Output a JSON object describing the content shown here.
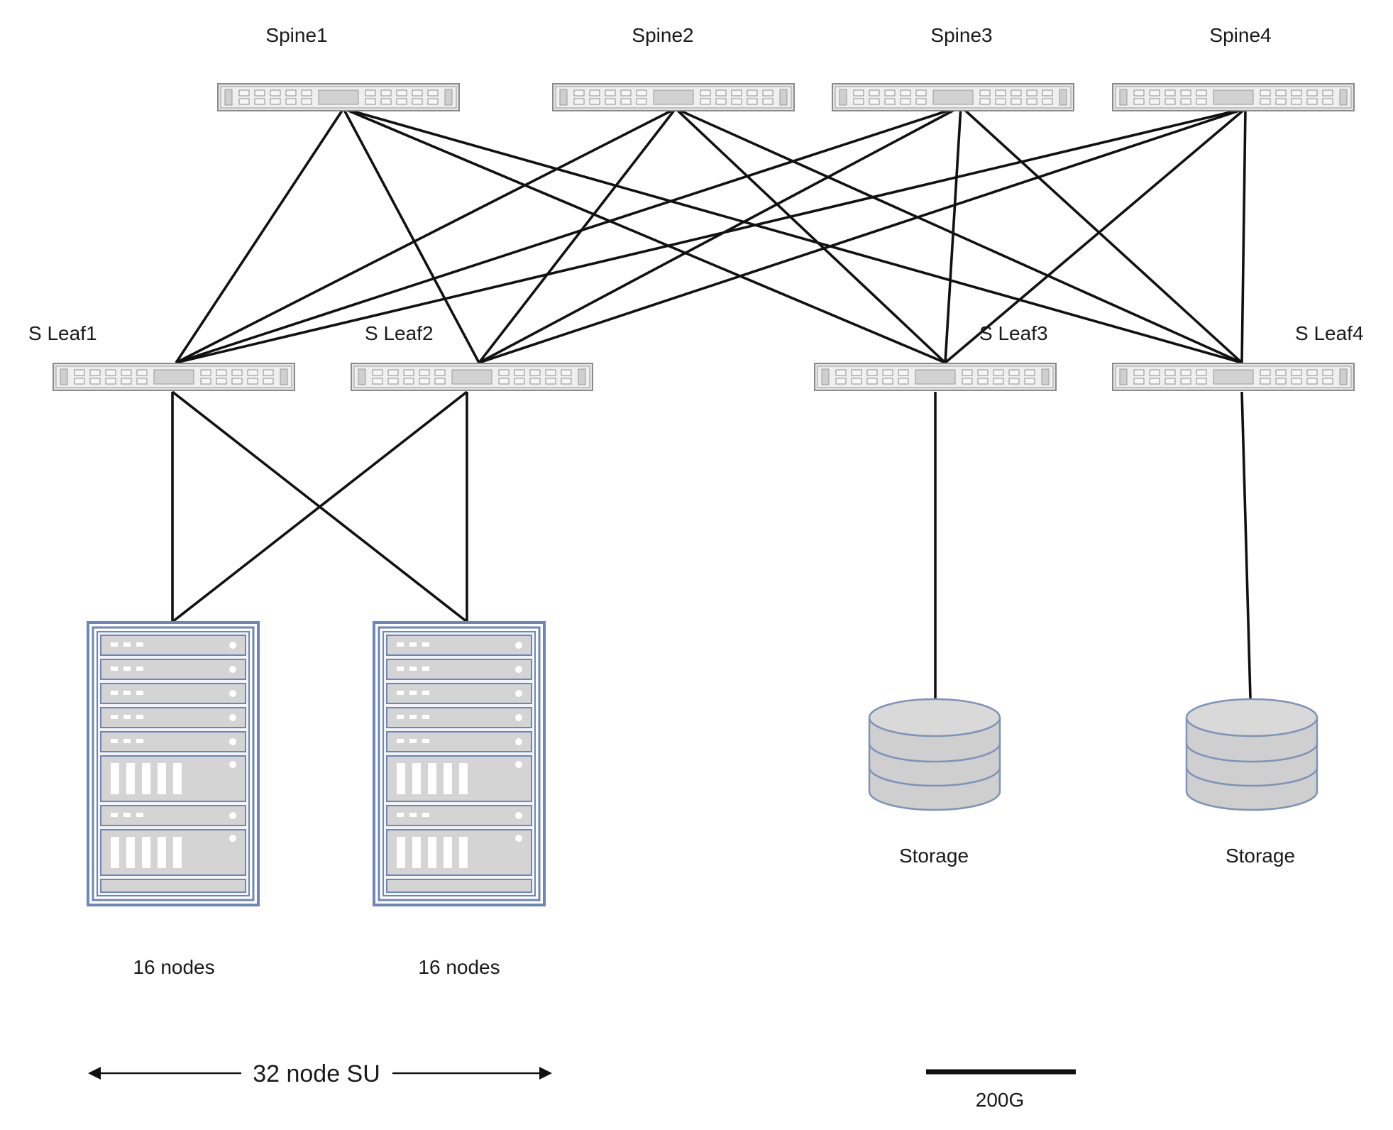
{
  "spines": [
    "Spine1",
    "Spine2",
    "Spine3",
    "Spine4"
  ],
  "leaves": [
    "S Leaf1",
    "S Leaf2",
    "S Leaf3",
    "S Leaf4"
  ],
  "compute": {
    "left_label": "16 nodes",
    "right_label": "16 nodes",
    "su_label": "32 node SU"
  },
  "storage": {
    "left_label": "Storage",
    "right_label": "Storage"
  },
  "legend": {
    "link_label": "200G"
  },
  "colors": {
    "line": "#111111",
    "switch_body": "#e3e3e3",
    "switch_border": "#8a8a8a",
    "rack_border": "#6d86b8",
    "rack_fill": "#d4d4d4",
    "storage_fill": "#cfcfcf",
    "storage_border": "#7f93b8"
  }
}
